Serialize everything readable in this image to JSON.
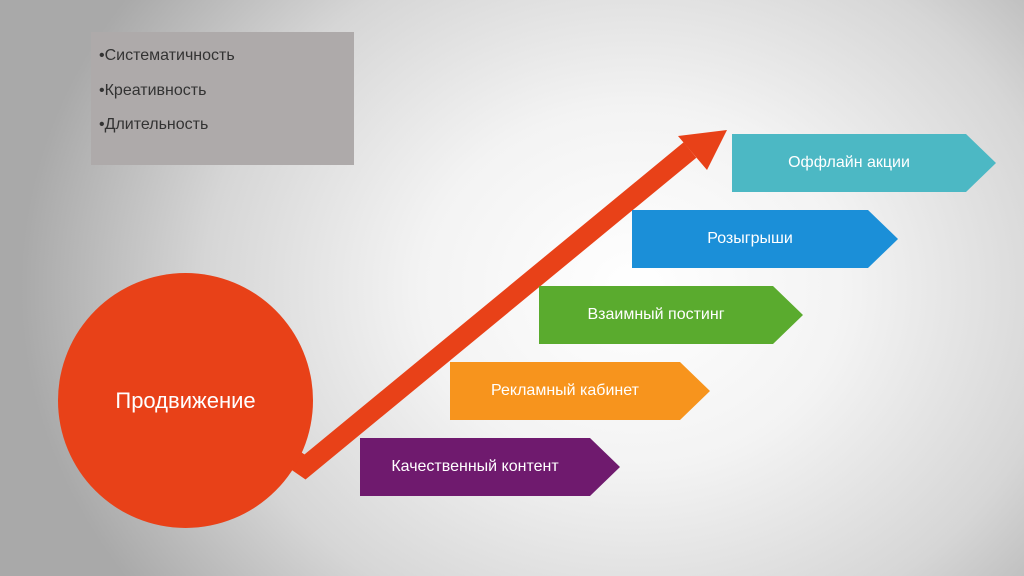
{
  "bullets": [
    "•Систематичность",
    "•Креативность",
    "•Длительность"
  ],
  "center": {
    "label": "Продвижение"
  },
  "steps": [
    {
      "label": "Качественный контент",
      "color": "#6f1a6e"
    },
    {
      "label": "Рекламный кабинет",
      "color": "#f7941d"
    },
    {
      "label": "Взаимный постинг",
      "color": "#5aab2e"
    },
    {
      "label": "Розыгрыши",
      "color": "#1b8fd8"
    },
    {
      "label": "Оффлайн  акции",
      "color": "#4cb8c4"
    }
  ],
  "colors": {
    "circle": "#e84118",
    "arrow": "#e84118",
    "bullets_box": "#aeaaaa"
  }
}
